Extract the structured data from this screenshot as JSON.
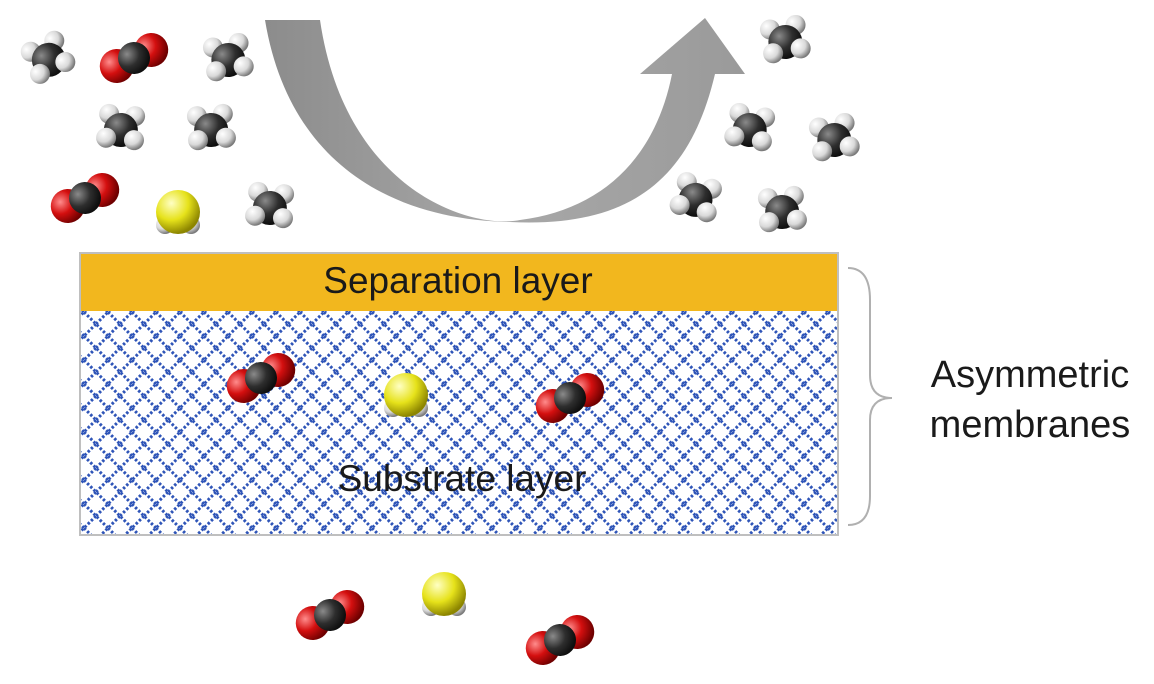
{
  "labels": {
    "separation_layer": "Separation layer",
    "substrate_layer": "Substrate layer",
    "membrane_type_line1": "Asymmetric",
    "membrane_type_line2": "membranes"
  },
  "colors": {
    "separation_layer": "#f2b71e",
    "substrate_pattern": "#2f55b8",
    "membrane_border": "#bfbfbf",
    "arrow": "#9e9e9e",
    "carbon": "#2b2b2b",
    "oxygen": "#d40f0f",
    "hydrogen": "#e8e8e8",
    "sulfur": "#e6e21a"
  },
  "molecules": {
    "feed_side": [
      "methane-molecule",
      "co2-molecule",
      "methane-molecule",
      "methane-molecule",
      "methane-molecule",
      "co2-molecule",
      "h2s-molecule",
      "methane-molecule"
    ],
    "retentate_side": [
      "methane-molecule",
      "methane-molecule",
      "methane-molecule",
      "methane-molecule",
      "methane-molecule"
    ],
    "inside_substrate": [
      "co2-molecule",
      "h2s-molecule",
      "co2-molecule"
    ],
    "permeate_side": [
      "co2-molecule",
      "h2s-molecule",
      "co2-molecule"
    ]
  }
}
